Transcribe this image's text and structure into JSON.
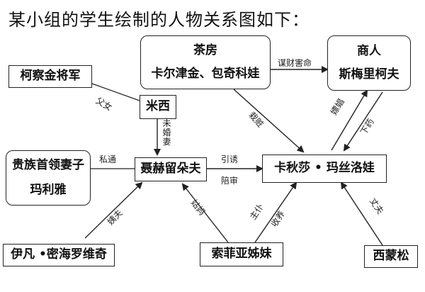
{
  "title": "某小组的学生绘制的人物关系图如下：",
  "nodes": {
    "chafang": {
      "line1": "茶房",
      "line2": "卡尔津金、包奇科娃"
    },
    "shangren": {
      "line1": "商人",
      "line2": "斯梅里柯夫"
    },
    "kecha": {
      "label": "柯察金将军"
    },
    "mixi": {
      "label": "米西"
    },
    "guizu": {
      "line1": "贵族首领妻子",
      "line2": "玛利雅"
    },
    "niehe": {
      "label": "聂赫留朵夫"
    },
    "kaqiusha": {
      "label": "卡秋莎 • 玛丝洛娃"
    },
    "yifan": {
      "label": "伊凡 •密海罗维奇"
    },
    "suofeiya": {
      "label": "索菲亚姊妹"
    },
    "ximengsong": {
      "label": "西蒙松"
    }
  },
  "edge_labels": {
    "mouchai": "谋财害命",
    "funv": "父女",
    "weihunqi": "未婚妻",
    "zaizang": "栽赃",
    "piaochang": "嫖娼",
    "xiayao": "下药",
    "sitong": "私通",
    "youyou": "引诱",
    "peishen": "陪审",
    "jiufu": "姨夫",
    "guma": "姑妈",
    "zhupu": "主仆",
    "shouyang": "收养",
    "zhangfu": "丈夫"
  }
}
